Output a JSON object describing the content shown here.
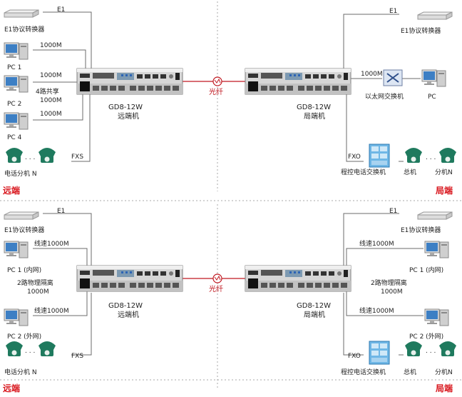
{
  "top": {
    "remote": {
      "e1_label": "E1",
      "converter_label": "E1协议转换器",
      "pc1_label": "PC 1",
      "pc2_label": "PC 2",
      "pc4_label": "PC 4",
      "link1": "1000M",
      "link2": "1000M",
      "link3": "1000M",
      "shared_line1": "4路共享",
      "shared_line2": "1000M",
      "fxs_label": "FXS",
      "phone_label": "电话分机 N",
      "device_model": "GD8-12W",
      "device_role": "远端机",
      "side_label": "远端"
    },
    "fiber_label": "光纤",
    "local": {
      "e1_label": "E1",
      "converter_label": "E1协议转换器",
      "link_label": "1000M",
      "switch_label": "以太网交换机",
      "pc_label": "PC",
      "fxo_label": "FXO",
      "pbx_label": "程控电话交换机",
      "main_label": "总机",
      "ext_label": "分机N",
      "device_model": "GD8-12W",
      "device_role": "局端机",
      "side_label": "局端"
    }
  },
  "bottom": {
    "remote": {
      "e1_label": "E1",
      "converter_label": "E1协议转换器",
      "speed1": "线速1000M",
      "pc1_label": "PC 1 (内网)",
      "isolation_line1": "2路物理隔离",
      "isolation_line2": "1000M",
      "speed2": "线速1000M",
      "pc2_label": "PC 2 (外网)",
      "fxs_label": "FXS",
      "phone_label": "电话分机 N",
      "device_model": "GD8-12W",
      "device_role": "远端机",
      "side_label": "远端"
    },
    "fiber_label": "光纤",
    "local": {
      "e1_label": "E1",
      "converter_label": "E1协议转换器",
      "speed1": "线速1000M",
      "pc1_label": "PC 1 (内网)",
      "isolation_line1": "2路物理隔离",
      "isolation_line2": "1000M",
      "speed2": "线速1000M",
      "pc2_label": "PC 2 (外网)",
      "fxo_label": "FXO",
      "pbx_label": "程控电话交换机",
      "main_label": "总机",
      "ext_label": "分机N",
      "device_model": "GD8-12W",
      "device_role": "局端机",
      "side_label": "局端"
    }
  },
  "colors": {
    "accent_red": "#d8141b",
    "line": "#6b6b6b",
    "divider": "#aaaaaa",
    "phone_green": "#1f7a5e",
    "pbx_blue": "#3f9fd8"
  }
}
